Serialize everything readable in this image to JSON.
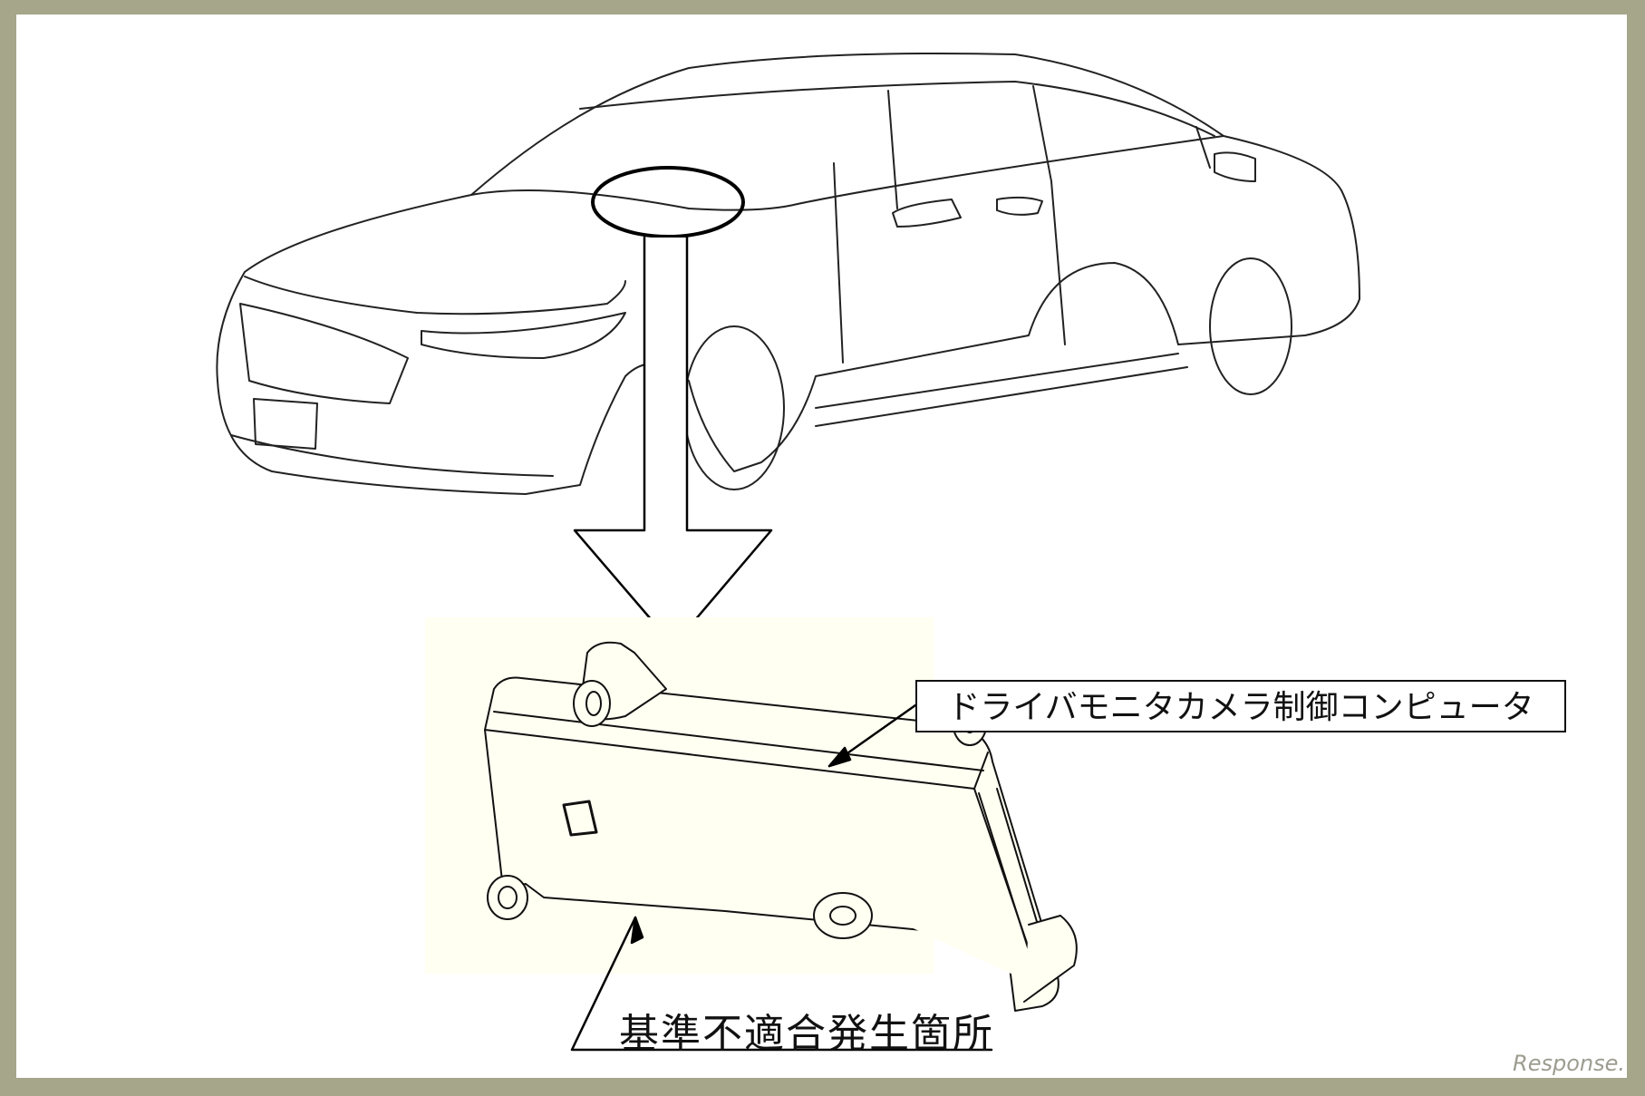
{
  "callouts": {
    "component_label": "ドライバモニタカメラ制御コンピュータ",
    "defect_location_label": "基準不適合発生箇所"
  },
  "watermark": "Response.",
  "colors": {
    "frame": "#a5a68a",
    "detail_panel": "#fffff2",
    "line": "#111111"
  }
}
